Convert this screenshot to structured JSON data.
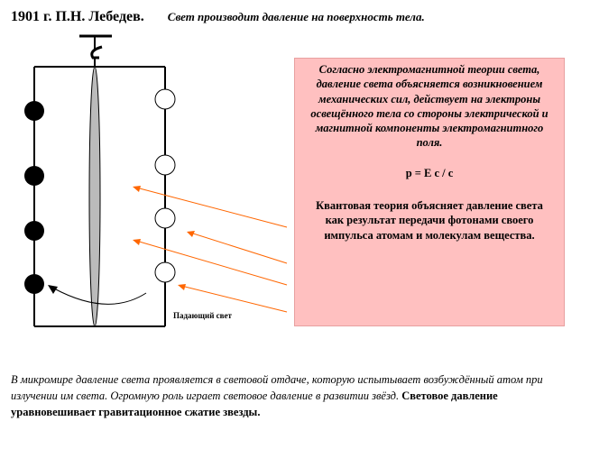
{
  "header": {
    "year_name": "1901 г. П.Н. Лебедев.",
    "claim": "Свет производит давление на поверхность тела."
  },
  "infobox": {
    "theory": "Согласно электромагнитной теории света, давление света объясняется возникновением механических сил, действует на электроны освещённого тела со стороны электрической и магнитной компоненты электромагнитного поля.",
    "formula": "p = E c / c",
    "quantum": "Квантовая теория объясняет давление света как результат передачи фотонами своего импульса атомам и молекулам вещества."
  },
  "caption": "Падающий свет",
  "bottom_text": {
    "intro": "В микромире давление света проявляется в световой отдаче, которую испытывает возбуждённый атом при излучении им света. Огромную роль играет световое давление в развитии звёзд. ",
    "highlight": "Световое давление уравновешивает гравитационное сжатие звезды."
  },
  "colors": {
    "infobox_fill": "#ffc0c0",
    "arrow": "#ff6600",
    "disk_dark": "#000000",
    "disk_light": "#ffffff",
    "vane": "#bbbbbb"
  }
}
